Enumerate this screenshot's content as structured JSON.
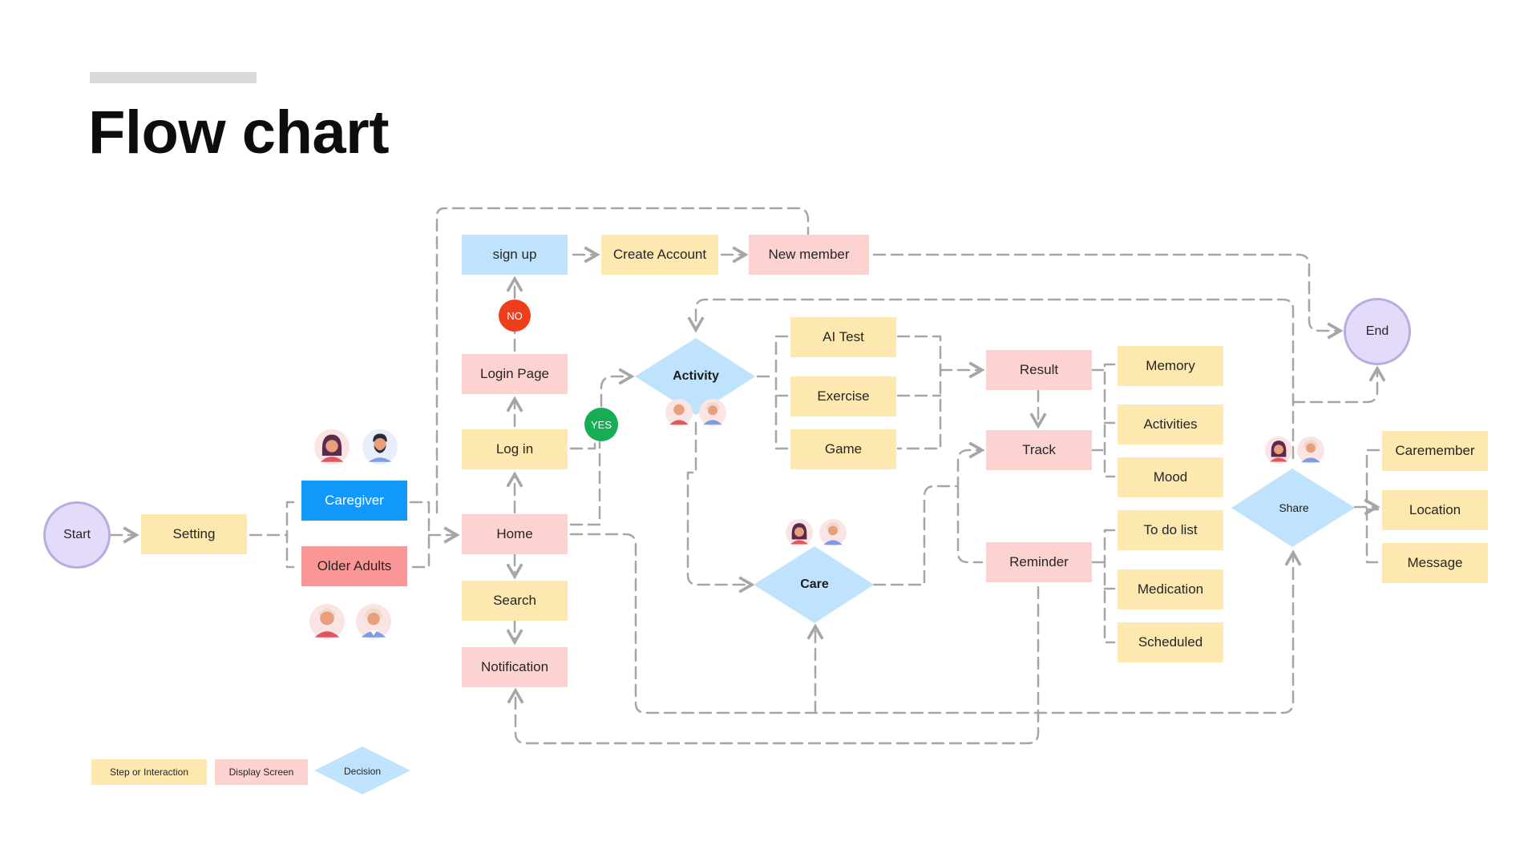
{
  "title": "Flow chart",
  "nodes": {
    "start": "Start",
    "setting": "Setting",
    "caregiver": "Caregiver",
    "older_adults": "Older Adults",
    "sign_up": "sign up",
    "create_account": "Create Account",
    "new_member": "New member",
    "login_page": "Login Page",
    "log_in": "Log in",
    "home": "Home",
    "search": "Search",
    "notification": "Notification",
    "activity": "Activity",
    "ai_test": "AI Test",
    "exercise": "Exercise",
    "game": "Game",
    "care": "Care",
    "result": "Result",
    "track": "Track",
    "reminder": "Reminder",
    "memory": "Memory",
    "activities": "Activities",
    "mood": "Mood",
    "to_do_list": "To do list",
    "medication": "Medication",
    "scheduled": "Scheduled",
    "share": "Share",
    "caremember": "Caremember",
    "location": "Location",
    "message": "Message",
    "end": "End"
  },
  "badges": {
    "no": "NO",
    "yes": "YES"
  },
  "legend": {
    "step": "Step or Interaction",
    "display": "Display Screen",
    "decision": "Decision"
  },
  "colors": {
    "step": "#fde8b0",
    "display": "#fdd3d2",
    "decision": "#bfe3fc",
    "caregiver": "#1297fb",
    "older_adults": "#fb9696",
    "terminal": "#e4dbfa",
    "connector": "#a6a6a6"
  }
}
